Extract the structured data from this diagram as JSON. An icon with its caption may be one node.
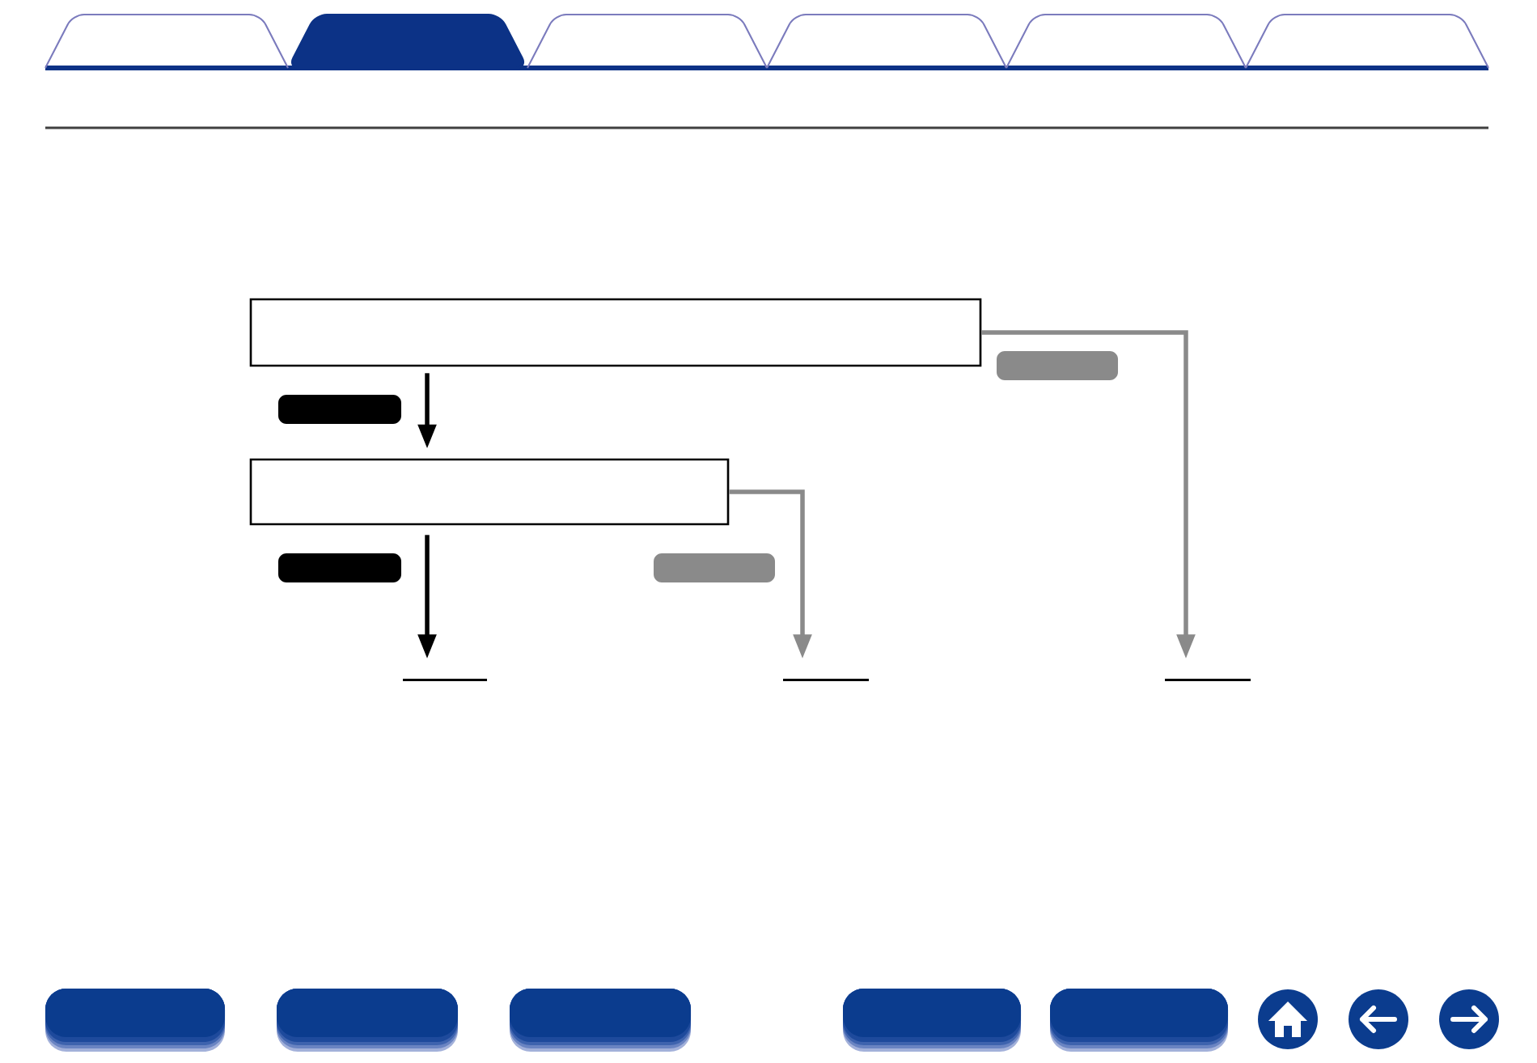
{
  "diagram": {
    "nodes": [
      {
        "text": [],
        "shape": "tab"
      },
      {
        "text": [],
        "shape": "tab"
      },
      {
        "text": [],
        "shape": "tab"
      },
      {
        "text": [],
        "shape": "tab"
      },
      {
        "text": [],
        "shape": "tab"
      },
      {
        "text": [],
        "shape": "tab"
      },
      {
        "text": [],
        "shape": "box"
      },
      {
        "text": [],
        "shape": "pill"
      },
      {
        "text": [],
        "shape": "pill"
      },
      {
        "text": [],
        "shape": "box"
      },
      {
        "text": [],
        "shape": "pill"
      },
      {
        "text": [],
        "shape": "pill"
      },
      {
        "text": [],
        "shape": "line"
      },
      {
        "text": [],
        "shape": "line"
      },
      {
        "text": [],
        "shape": "line"
      },
      {
        "text": [],
        "shape": "button"
      },
      {
        "text": [],
        "shape": "button"
      },
      {
        "text": [],
        "shape": "button"
      },
      {
        "text": [],
        "shape": "button"
      },
      {
        "text": [],
        "shape": "button"
      }
    ],
    "edges": [
      {
        "from": 6,
        "to": 9,
        "arrow": "to"
      },
      {
        "from": 9,
        "to": 12,
        "arrow": "to"
      },
      {
        "from": 9,
        "to": 13,
        "arrow": "to",
        "color": "#8a8a8a"
      },
      {
        "from": 6,
        "to": 14,
        "arrow": "to",
        "color": "#8a8a8a"
      }
    ]
  }
}
